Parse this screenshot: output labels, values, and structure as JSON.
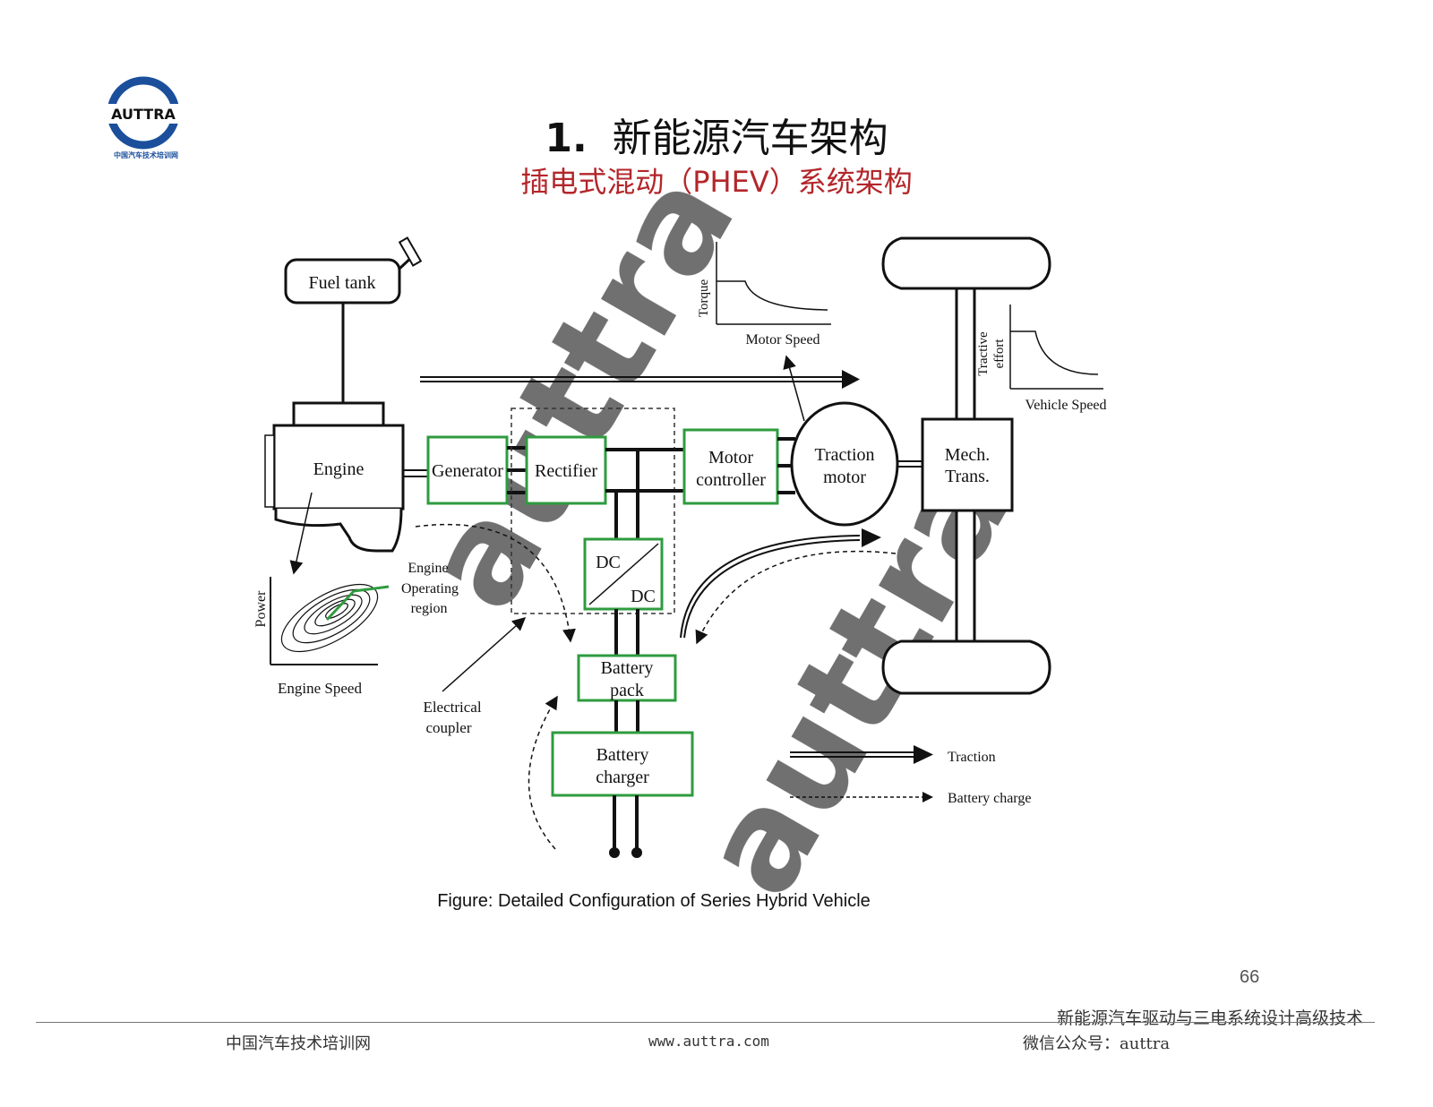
{
  "logo": {
    "brand": "AUTTRA",
    "tagline": "中国汽车技术培训网"
  },
  "title": {
    "number": "1.",
    "text": "新能源汽车架构"
  },
  "subtitle": "插电式混动（PHEV）系统架构",
  "diagram": {
    "fuel_tank": "Fuel tank",
    "engine": "Engine",
    "generator": "Generator",
    "rectifier": "Rectifier",
    "motor_controller": [
      "Motor",
      "controller"
    ],
    "traction_motor": [
      "Traction",
      "motor"
    ],
    "mech_trans": [
      "Mech.",
      "Trans."
    ],
    "dc_top": "DC",
    "dc_bottom": "DC",
    "battery_pack": [
      "Battery",
      "pack"
    ],
    "battery_charger": [
      "Battery",
      "charger"
    ],
    "engine_operating_region": [
      "Engine",
      "Operating",
      "region"
    ],
    "electrical_coupler": [
      "Electrical",
      "coupler"
    ],
    "engine_plot": {
      "ylabel": "Power",
      "xlabel": "Engine Speed"
    },
    "motor_plot": {
      "ylabel": "Torque",
      "xlabel": "Motor Speed"
    },
    "vehicle_plot": {
      "ylabel": [
        "Tractive",
        "effort"
      ],
      "xlabel": "Vehicle Speed"
    },
    "legend": {
      "traction": "Traction",
      "battery_charge": "Battery charge"
    },
    "watermark": "auttra",
    "colors": {
      "green": "#2f9b3f",
      "watermark": "#d9d6f2"
    }
  },
  "caption": "Figure: Detailed Configuration of Series Hybrid Vehicle",
  "page_number": "66",
  "course_title": "新能源汽车驱动与三电系统设计高级技术",
  "footer": {
    "left": "中国汽车技术培训网",
    "middle": "www.auttra.com",
    "right": "微信公众号：auttra"
  }
}
